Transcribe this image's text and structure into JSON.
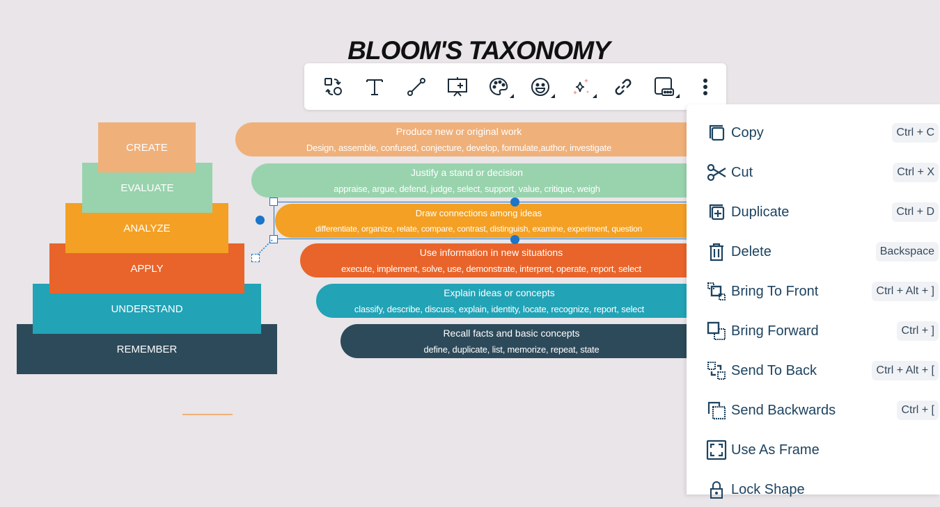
{
  "title": "BLOOM'S TAXONOMY",
  "pyramid": [
    {
      "label": "CREATE",
      "color": "#f0b07a"
    },
    {
      "label": "EVALUATE",
      "color": "#98d3ad"
    },
    {
      "label": "ANALYZE",
      "color": "#f3a024"
    },
    {
      "label": "APPLY",
      "color": "#e8642a"
    },
    {
      "label": "UNDERSTAND",
      "color": "#22a3b6"
    },
    {
      "label": "REMEMBER",
      "color": "#2d4a5a"
    }
  ],
  "banners": [
    {
      "heading": "Produce new or original work",
      "verbs": "Design, assemble, confused, conjecture, develop, formulate,author, investigate"
    },
    {
      "heading": "Justify a stand or decision",
      "verbs": "appraise, argue, defend, judge, select, support, value, critique, weigh"
    },
    {
      "heading": "Draw connections among ideas",
      "verbs": "differentiate, organize, relate, compare, contrast, distinguish, examine, experiment, question"
    },
    {
      "heading": "Use information in new situations",
      "verbs": "execute, implement, solve, use, demonstrate, interpret, operate, report, select"
    },
    {
      "heading": "Explain ideas or concepts",
      "verbs": "classify, describe, discuss, explain, identity, locate, recognize, report, select"
    },
    {
      "heading": "Recall facts and basic concepts",
      "verbs": "define, duplicate, list, memorize, repeat, state"
    }
  ],
  "toolbar": [
    "swap-shape-icon",
    "text-icon",
    "connector-icon",
    "presentation-add-icon",
    "palette-icon",
    "emoji-icon",
    "sparkle-icon",
    "link-icon",
    "more-shape-icon",
    "more-vertical-icon"
  ],
  "menu": [
    {
      "label": "Copy",
      "shortcut": "Ctrl + C"
    },
    {
      "label": "Cut",
      "shortcut": "Ctrl + X"
    },
    {
      "label": "Duplicate",
      "shortcut": "Ctrl + D"
    },
    {
      "label": "Delete",
      "shortcut": "Backspace"
    },
    {
      "label": "Bring To Front",
      "shortcut": "Ctrl + Alt + ]"
    },
    {
      "label": "Bring Forward",
      "shortcut": "Ctrl + ]"
    },
    {
      "label": "Send To Back",
      "shortcut": "Ctrl + Alt + ["
    },
    {
      "label": "Send Backwards",
      "shortcut": "Ctrl + ["
    },
    {
      "label": "Use As Frame"
    },
    {
      "label": "Lock Shape"
    }
  ]
}
